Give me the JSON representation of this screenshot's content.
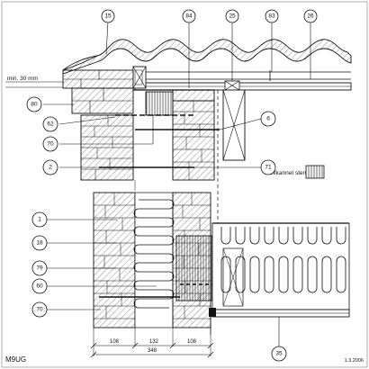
{
  "drawing_code": "M9UG",
  "date": "1.3.2006",
  "legend_text": "Tilkannet sten",
  "min_label": "min. 30 mm",
  "callouts": [
    "15",
    "84",
    "25",
    "83",
    "26",
    "80",
    "62",
    "70",
    "2",
    "1",
    "18",
    "79",
    "60",
    "70",
    "6",
    "71",
    "35"
  ],
  "dimensions": [
    "108",
    "132",
    "108",
    "348"
  ]
}
